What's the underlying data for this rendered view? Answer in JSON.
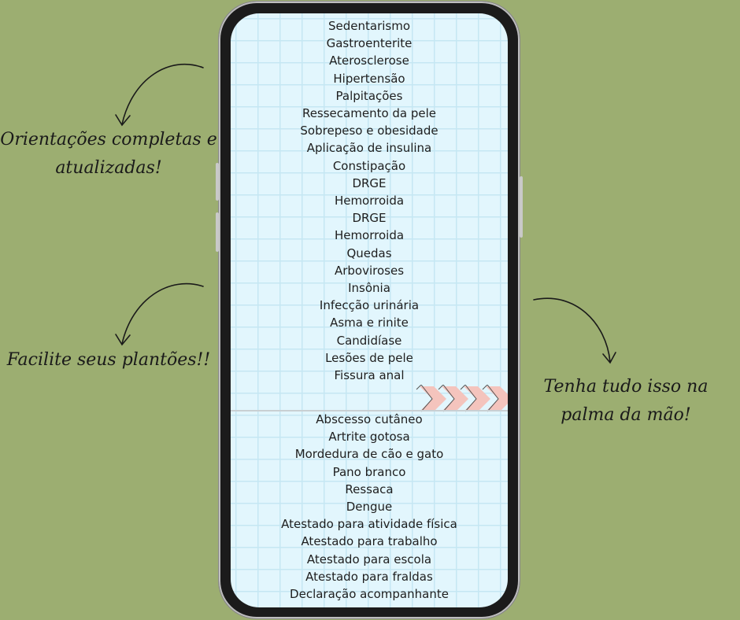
{
  "phone_list": {
    "section1": [
      "Sedentarismo",
      "Gastroenterite",
      "Aterosclerose",
      "Hipertensão",
      "Palpitações",
      "Ressecamento da pele",
      "Sobrepeso e obesidade",
      "Aplicação de insulina",
      "Constipação",
      "DRGE",
      "Hemorroida",
      "DRGE",
      "Hemorroida",
      "Quedas",
      "Arboviroses",
      "Insônia",
      "Infecção urinária",
      "Asma e rinite",
      "Candidíase",
      "Lesões de pele",
      "Fissura anal"
    ],
    "section2": [
      "Abscesso cutâneo",
      "Artrite gotosa",
      "Mordedura de cão e gato",
      "Pano branco",
      "Ressaca",
      "Dengue",
      "Atestado para atividade física",
      "Atestado para trabalho",
      "Atestado para escola",
      "Atestado para fraldas",
      "Declaração acompanhante"
    ]
  },
  "notes": {
    "note1_line1": "Orientações completas e",
    "note1_line2": "atualizadas!",
    "note2": "Facilite seus plantões!!",
    "note3_line1": "Tenha tudo isso na",
    "note3_line2": "palma da mão!"
  },
  "colors": {
    "background": "#9cae71",
    "screen": "#e2f6fd",
    "chevron": "#f4c4bd"
  }
}
